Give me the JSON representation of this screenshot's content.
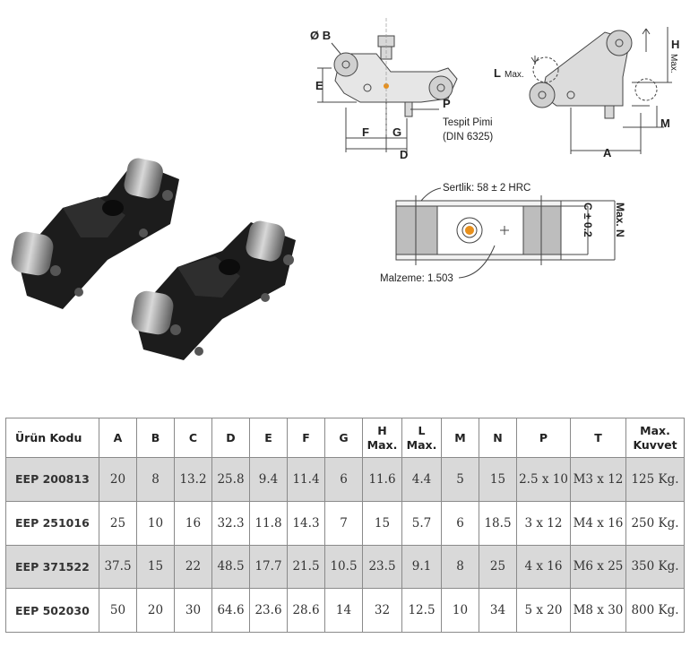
{
  "diagram_labels": {
    "ob": "Ø B",
    "e": "E",
    "f": "F",
    "g": "G",
    "d": "D",
    "p": "P",
    "pin1": "Tespit Pimi",
    "pin2": "(DIN 6325)",
    "l": "L",
    "l_max": "Max.",
    "h": "H",
    "h_max": "Max.",
    "m": "M",
    "a": "A",
    "hardness": "Sertlik: 58 ± 2 HRC",
    "c": "C ± 0.2",
    "n": "Max. N",
    "material": "Malzeme: 1.503"
  },
  "table": {
    "headers": [
      "Ürün Kodu",
      "A",
      "B",
      "C",
      "D",
      "E",
      "F",
      "G",
      "H\nMax.",
      "L\nMax.",
      "M",
      "N",
      "P",
      "T",
      "Max.\nKuvvet"
    ],
    "rows": [
      [
        "EEP 200813",
        "20",
        "8",
        "13.2",
        "25.8",
        "9.4",
        "11.4",
        "6",
        "11.6",
        "4.4",
        "5",
        "15",
        "2.5 x 10",
        "M3 x 12",
        "125 Kg."
      ],
      [
        "EEP 251016",
        "25",
        "10",
        "16",
        "32.3",
        "11.8",
        "14.3",
        "7",
        "15",
        "5.7",
        "6",
        "18.5",
        "3 x 12",
        "M4 x 16",
        "250 Kg."
      ],
      [
        "EEP 371522",
        "37.5",
        "15",
        "22",
        "48.5",
        "17.7",
        "21.5",
        "10.5",
        "23.5",
        "9.1",
        "8",
        "25",
        "4 x 16",
        "M6 x 25",
        "350 Kg."
      ],
      [
        "EEP 502030",
        "50",
        "20",
        "30",
        "64.6",
        "23.6",
        "28.6",
        "14",
        "32",
        "12.5",
        "10",
        "34",
        "5 x 20",
        "M8 x 30",
        "800 Kg."
      ]
    ]
  },
  "colors": {
    "body_black": "#1e1e1e",
    "roller_grey": "#9a9a9a",
    "pin_orange": "#e8901c",
    "row_shade": "#d9d9d9"
  }
}
